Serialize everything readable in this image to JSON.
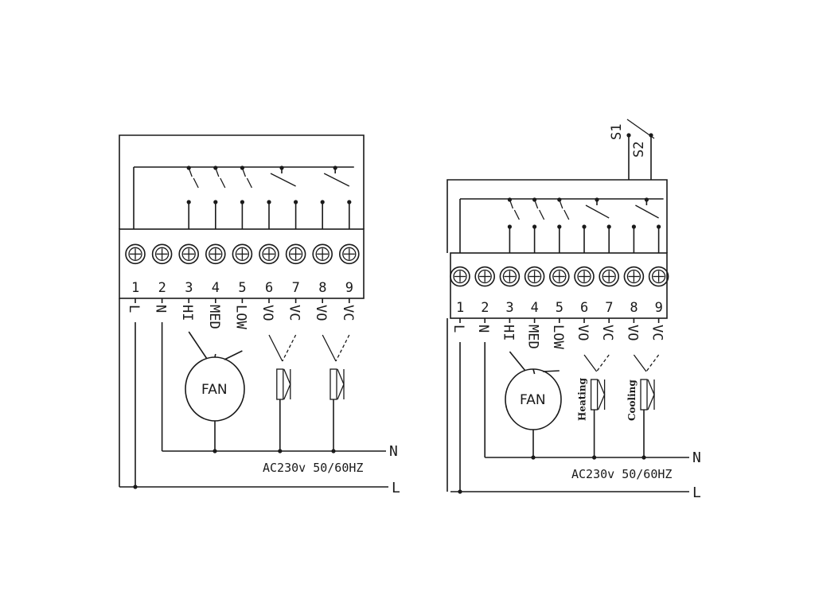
{
  "diagrams": [
    {
      "id": "left",
      "terminals": [
        "1",
        "2",
        "3",
        "4",
        "5",
        "6",
        "7",
        "8",
        "9"
      ],
      "wire_labels": [
        "L",
        "N",
        "HI",
        "MED",
        "LOW",
        "VO",
        "VC",
        "VO",
        "VC"
      ],
      "fan_label": "FAN",
      "line_n": "N",
      "line_l": "L",
      "supply": "AC230v  50/60HZ"
    },
    {
      "id": "right",
      "terminals": [
        "1",
        "2",
        "3",
        "4",
        "5",
        "6",
        "7",
        "8",
        "9"
      ],
      "wire_labels": [
        "L",
        "N",
        "HI",
        "MED",
        "LOW",
        "VO",
        "VC",
        "VO",
        "VC"
      ],
      "fan_label": "FAN",
      "valve_labels": [
        "Heating",
        "Cooling"
      ],
      "switch_labels": [
        "S1",
        "S2"
      ],
      "line_n": "N",
      "line_l": "L",
      "supply": "AC230v  50/60HZ"
    }
  ]
}
